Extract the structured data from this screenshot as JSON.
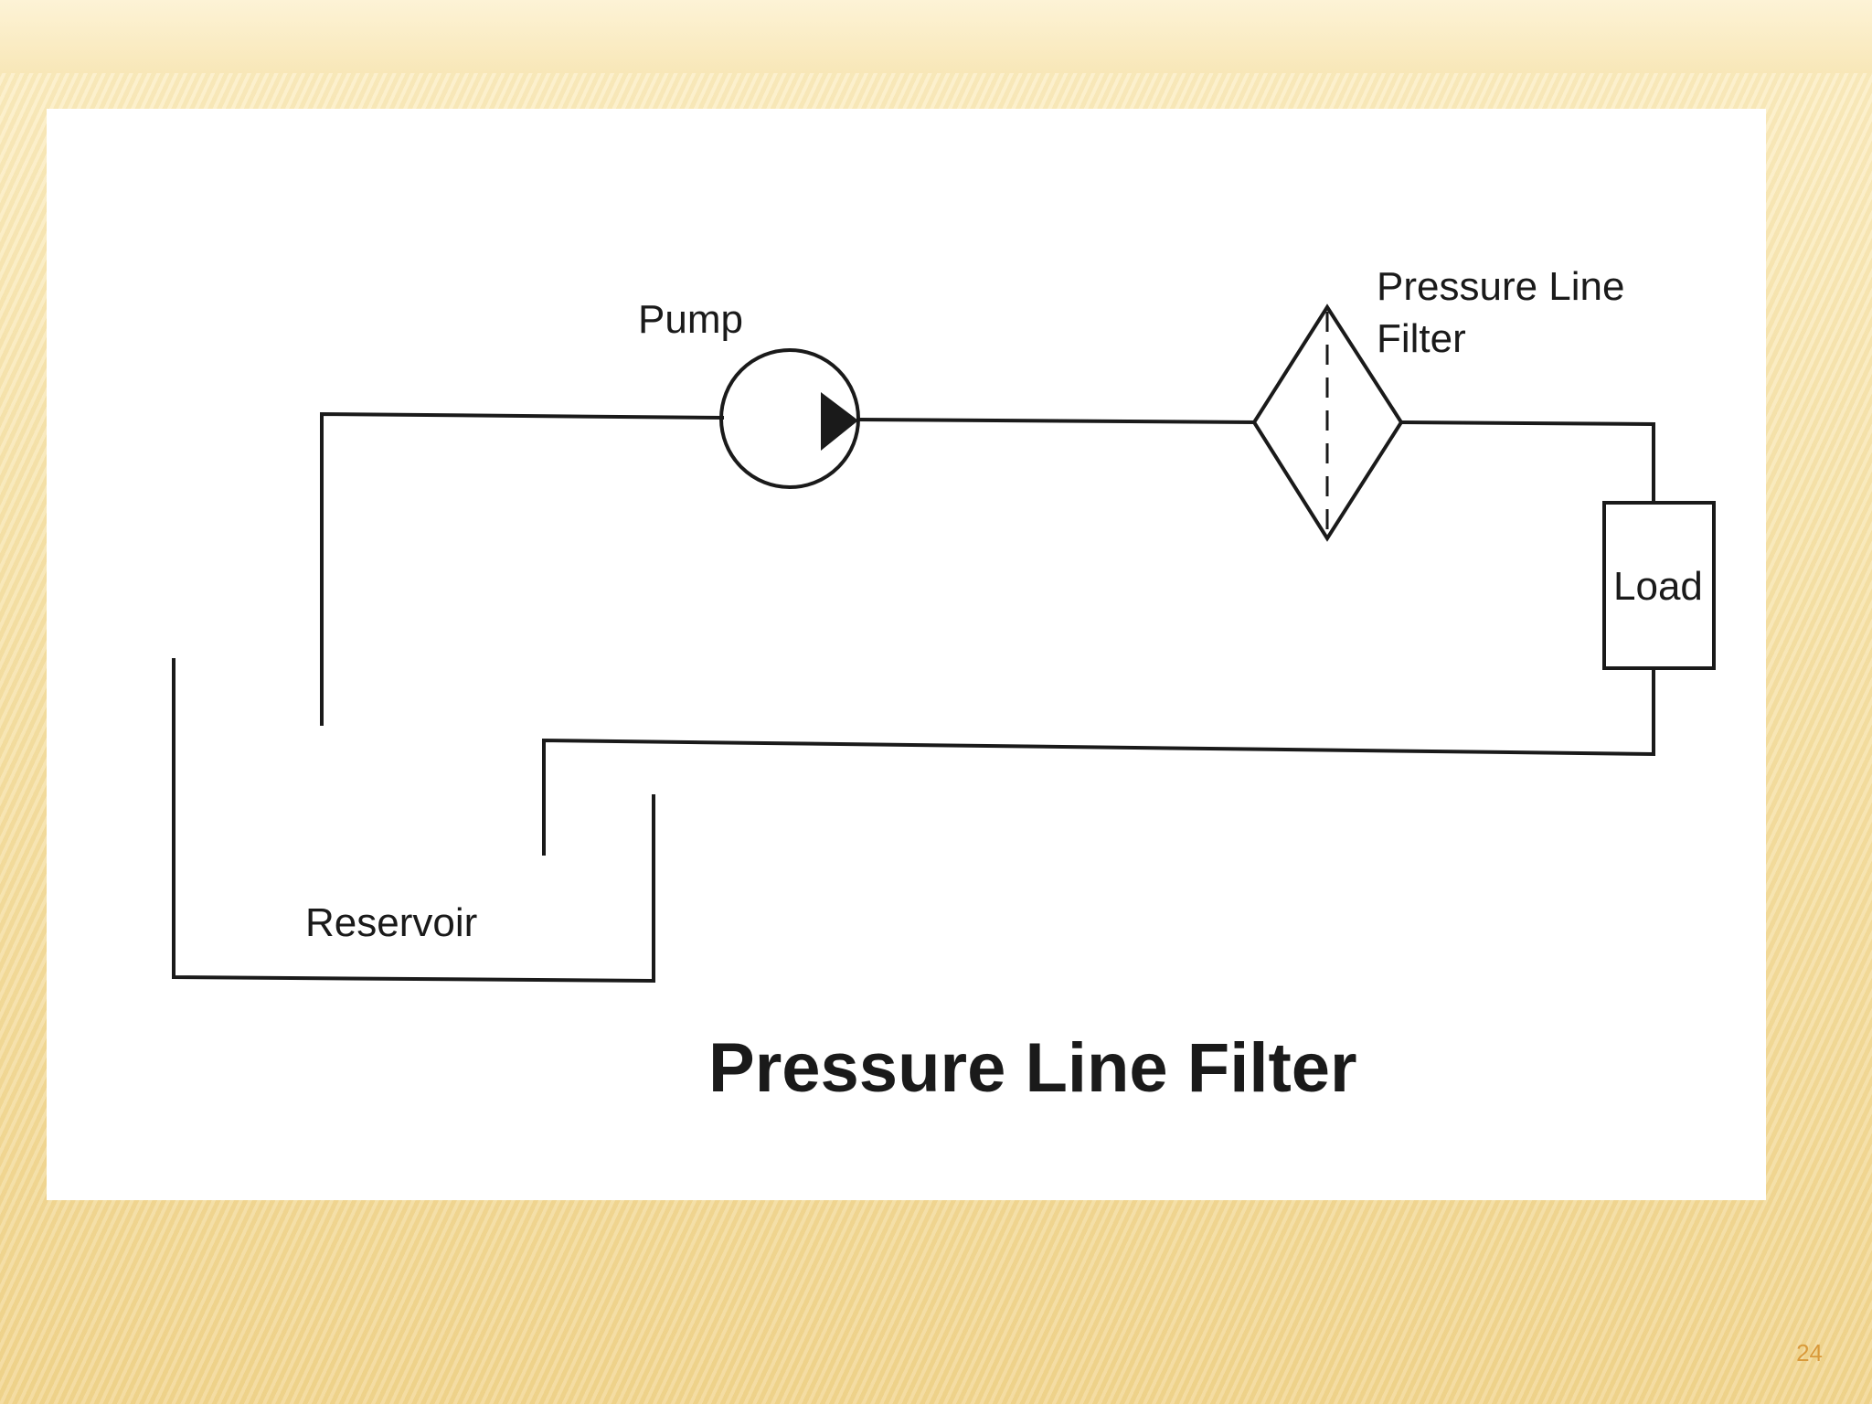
{
  "slide": {
    "page_number": "24"
  },
  "diagram": {
    "title": "Pressure Line Filter",
    "labels": {
      "pump": "Pump",
      "filter_line1": "Pressure Line",
      "filter_line2": "Filter",
      "load": "Load",
      "reservoir": "Reservoir"
    }
  }
}
